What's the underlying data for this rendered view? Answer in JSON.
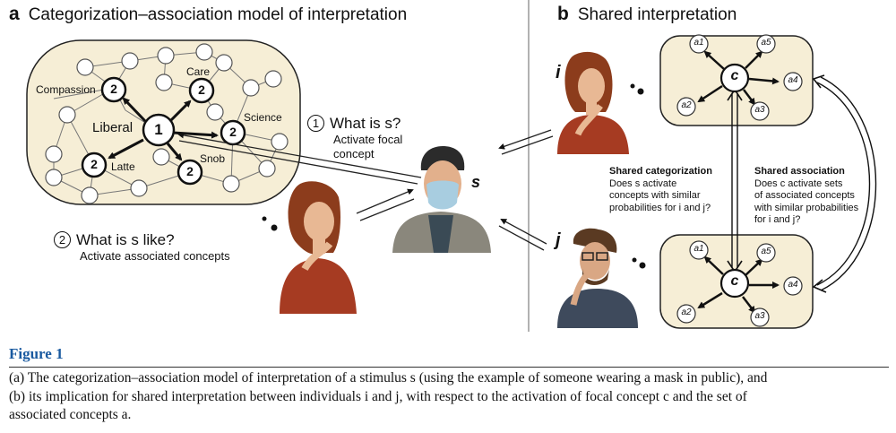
{
  "panel_a": {
    "letter": "a",
    "title": "Categorization–association model of interpretation",
    "nodes": {
      "focal": "1",
      "assoc": "2"
    },
    "labels": {
      "compassion": "Compassion",
      "care": "Care",
      "liberal": "Liberal",
      "science": "Science",
      "latte": "Latte",
      "snob": "Snob"
    },
    "question1": {
      "num": "1",
      "text": "What is s?",
      "sub": "Activate focal concept"
    },
    "question2": {
      "num": "2",
      "text": "What is s like?",
      "sub": "Activate associated concepts"
    },
    "stimulus": "s"
  },
  "panel_b": {
    "letter": "b",
    "title": "Shared interpretation",
    "person_i": "i",
    "person_j": "j",
    "focal_node": "c",
    "assoc_nodes": [
      "a1",
      "a2",
      "a3",
      "a4",
      "a5"
    ],
    "shared_categorization": {
      "heading": "Shared categorization",
      "line1": "Does s activate",
      "line2": "concepts with similar",
      "line3": "probabilities for i and j?"
    },
    "shared_association": {
      "heading": "Shared association",
      "line1": "Does c activate sets",
      "line2": "of associated concepts",
      "line3": "with similar probabilities",
      "line4": "for i and j?"
    }
  },
  "figure": {
    "label": "Figure 1",
    "caption_line1": "(a) The categorization–association model of interpretation of a stimulus s (using the example of someone wearing a mask in public), and",
    "caption_line2": "(b) its implication for shared interpretation between individuals i and j, with respect to the activation of focal concept c and the set of",
    "caption_line3": "associated concepts a."
  },
  "colors": {
    "panel_fill": "#f6eed6",
    "figure_label": "#1a5aa0",
    "woman_shirt": "#a63b22",
    "hair": "#8c3c1c",
    "skin": "#e8b894"
  }
}
